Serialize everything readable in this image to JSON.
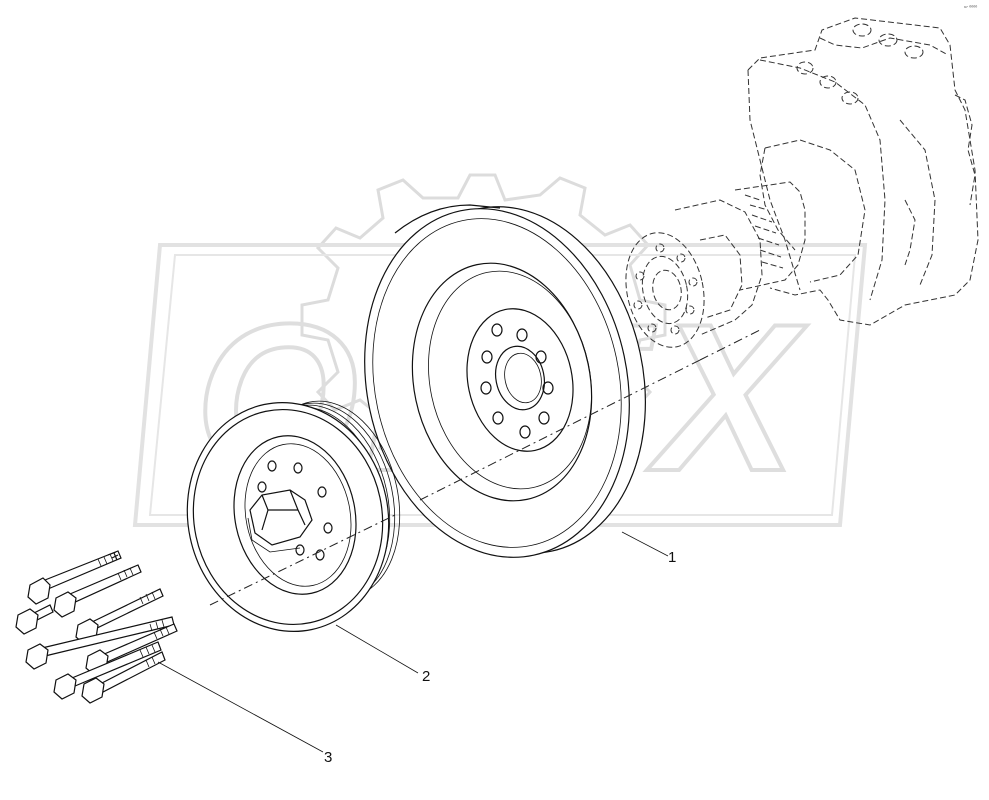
{
  "diagram": {
    "corner_mark": "⁶⁷ ⁰⁰⁰⁰",
    "watermark": "OPEX",
    "callouts": [
      {
        "id": "1",
        "label": "1"
      },
      {
        "id": "2",
        "label": "2"
      },
      {
        "id": "3",
        "label": "3"
      }
    ],
    "colors": {
      "line": "#111111",
      "watermark": "#e4e4e4",
      "background": "#ffffff"
    }
  }
}
